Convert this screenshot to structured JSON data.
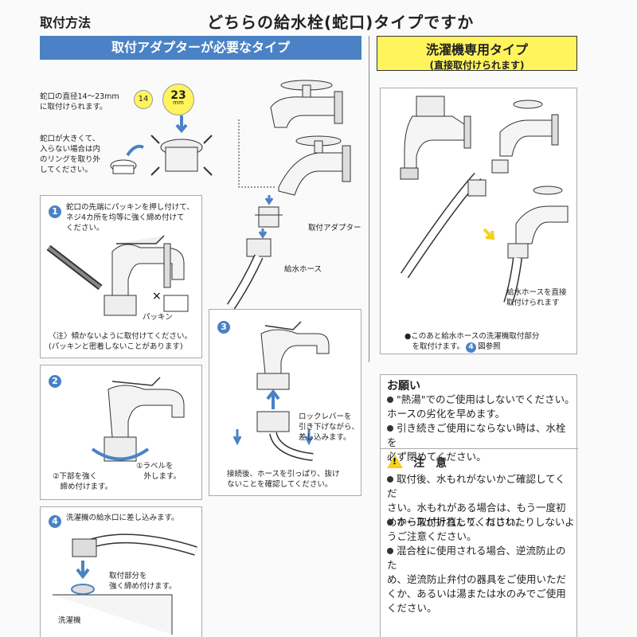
{
  "header": {
    "left_title": "取付方法",
    "main_title": "どちらの給水栓(蛇口)タイプですか"
  },
  "left_band": "取付アダプターが必要なタイプ",
  "right_band": {
    "line1": "洗濯機専用タイプ",
    "line2": "(直接取付けられます)"
  },
  "diameter": {
    "text": "蛇口の直径14～23mm\nに取付けられます。",
    "min": "14",
    "max": "23",
    "unit": "mm"
  },
  "ring_note": "蛇口が大きくて、\n入らない場合は内\nのリングを取り外\nしてください。",
  "labels": {
    "adapter": "取付アダプター",
    "hose": "給水ホース",
    "packing": "パッキン",
    "direct_hose": "給水ホースを直接\n取付けられます",
    "washer": "洗濯機"
  },
  "steps": {
    "s1": {
      "num": "1",
      "text": "蛇口の先端にパッキンを押し付けて、\nネジ4カ所を均等に強く締め付けて\nください。",
      "note": "〈注〉傾かないように取付けてください。\n(パッキンと密着しないことがあります)"
    },
    "s2": {
      "num": "2",
      "label1": "①ラベルを\n　外します。",
      "label2": "②下部を強く\n　締め付けます。"
    },
    "s3": {
      "num": "3",
      "lever": "ロックレバーを\n引き下げながら、\n差し込みます。",
      "check": "接続後、ホースを引っぱり、抜け\nないことを確認してください。"
    },
    "s4": {
      "num": "4",
      "text": "洗濯機の給水口に差し込みます。",
      "tighten": "取付部分を\n強く締め付けます。"
    }
  },
  "right_note": {
    "pre": "●このあと給水ホースの洗濯機取付部分\n　を取付けます。",
    "ref_num": "4",
    "ref_text": "図参照"
  },
  "request": {
    "title": "お願い",
    "items": [
      "\"熱湯\"でのご使用はしないでください。\nホースの劣化を早めます。",
      "引き続きご使用にならない時は、水栓を\n必ず閉めてください。"
    ]
  },
  "caution": {
    "icon": "!",
    "title": "注　意",
    "items": [
      "取付後、水もれがないかご確認してくだ\nさい。水もれがある場合は、もう一度初\nめから取付け直してください。",
      "ホースが折れたり、ねじれたりしないよ\nうご注意ください。",
      "混合栓に使用される場合、逆流防止のた\nめ、逆流防止弁付の器具をご使用いただ\nくか、あるいは湯または水のみでご使用\nください。"
    ]
  },
  "colors": {
    "blue": "#4a82c5",
    "yellow": "#fff45c",
    "warning": "#f5d020",
    "arrow_yellow": "#f5d020"
  }
}
